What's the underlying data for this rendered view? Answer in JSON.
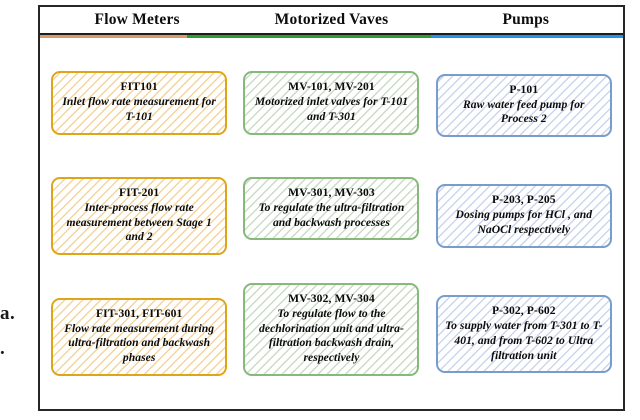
{
  "page_bleed": {
    "fragment_top": "a.",
    "fragment_bottom": "."
  },
  "table": {
    "columns": [
      {
        "key": "flow-meters",
        "header": "Flow Meters",
        "accent_color": "#e0a419",
        "border_color": "#e0a419",
        "cards": [
          {
            "title": "FIT101",
            "description": "Inlet flow rate measurement for T-101"
          },
          {
            "title": "FIT-201",
            "description": "Inter-process flow rate measurement between Stage 1 and 2"
          },
          {
            "title": "FIT-301, FIT-601",
            "description": "Flow rate measurement during ultra-filtration and backwash phases"
          }
        ]
      },
      {
        "key": "motorized-valves",
        "header": "Motorized Vaves",
        "accent_color": "#2f9e2f",
        "border_color": "#86b97a",
        "cards": [
          {
            "title": "MV-101, MV-201",
            "description": "Motorized inlet valves for T-101 and T-301"
          },
          {
            "title": "MV-301, MV-303",
            "description": "To regulate the ultra-filtration and backwash processes"
          },
          {
            "title": "MV-302, MV-304",
            "description": "To regulate flow to the dechlorination unit and ultra-filtration backwash drain, respectively"
          }
        ]
      },
      {
        "key": "pumps",
        "header": "Pumps",
        "accent_color": "#2196e8",
        "border_color": "#7a9ccd",
        "cards": [
          {
            "title": "P-101",
            "description": "Raw water feed pump for Process 2"
          },
          {
            "title": "P-203, P-205",
            "description": "Dosing pumps for HCl , and NaOCl respectively"
          },
          {
            "title": "P-302, P-602",
            "description": "To supply water from T-301 to T-401, and from T-602 to Ultra filtration unit"
          }
        ]
      }
    ],
    "accent_bar": {
      "segment_flow_color": "#d99a6c",
      "segment_valve_color": "#2f9e2f",
      "segment_pump_color": "#2196e8"
    },
    "frame_color": "#262626"
  }
}
